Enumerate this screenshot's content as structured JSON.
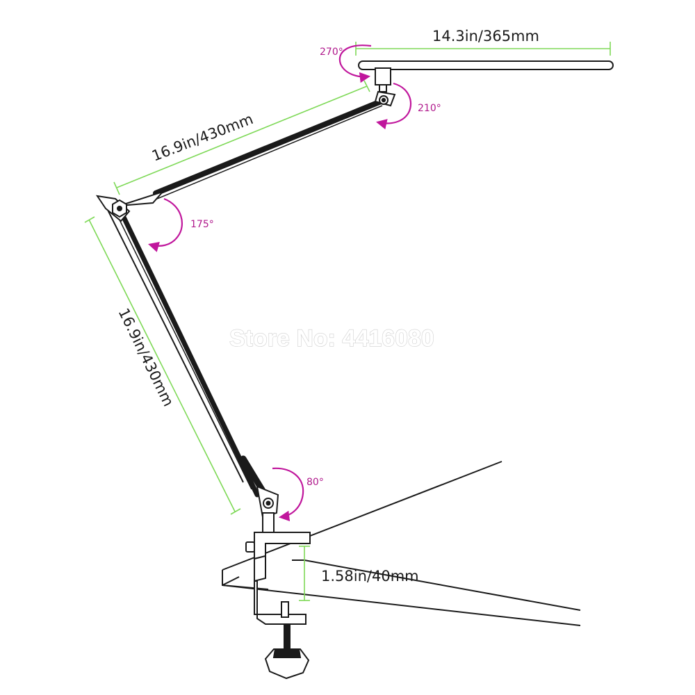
{
  "watermark": "Store No: 4416080",
  "dimensions": {
    "head_length": "14.3in/365mm",
    "upper_arm_length": "16.9in/430mm",
    "lower_arm_length": "16.9in/430mm",
    "clamp_thickness": "1.58in/40mm"
  },
  "angles": {
    "head_swivel": "270°",
    "head_tilt": "210°",
    "elbow": "175°",
    "base": "80°"
  },
  "colors": {
    "dimension_line": "#7ed957",
    "angle_arrow": "#c0169c",
    "line_art": "#1a1a1a"
  }
}
